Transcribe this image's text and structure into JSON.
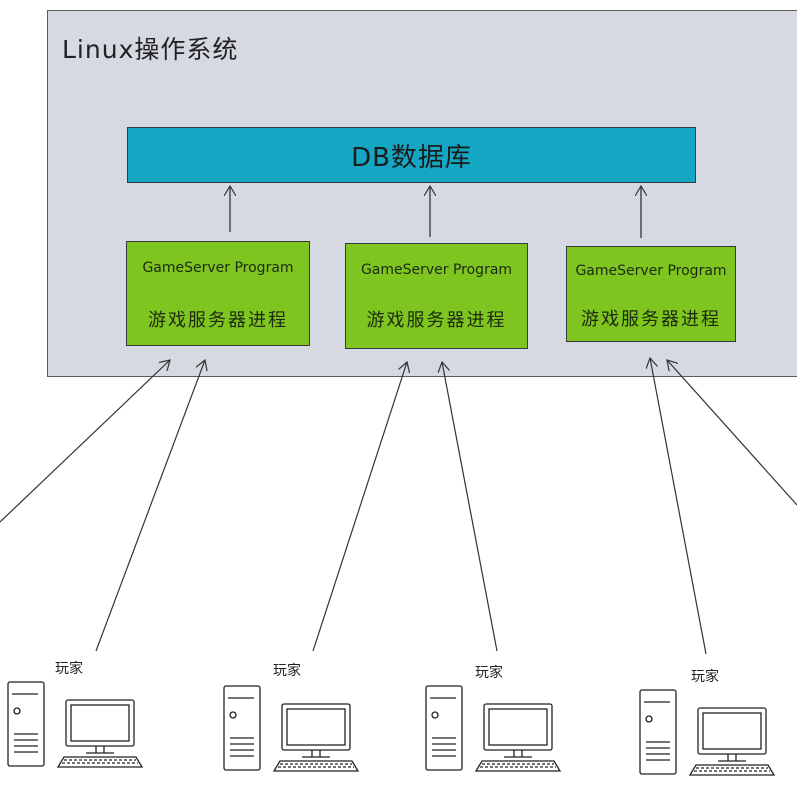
{
  "os": {
    "title": "Linux操作系统"
  },
  "database": {
    "label": "DB数据库"
  },
  "processes": [
    {
      "program": "GameServer Program",
      "label": "游戏服务器进程"
    },
    {
      "program": "GameServer Program",
      "label": "游戏服务器进程"
    },
    {
      "program": "GameServer Program",
      "label": "游戏服务器进程"
    }
  ],
  "players": [
    {
      "label": "玩家",
      "icon": "desktop-computer-icon"
    },
    {
      "label": "玩家",
      "icon": "desktop-computer-icon"
    },
    {
      "label": "玩家",
      "icon": "desktop-computer-icon"
    },
    {
      "label": "玩家",
      "icon": "desktop-computer-icon"
    }
  ],
  "colors": {
    "os_background": "#d6d9e1",
    "database": "#15a6c3",
    "process": "#7ec520"
  }
}
